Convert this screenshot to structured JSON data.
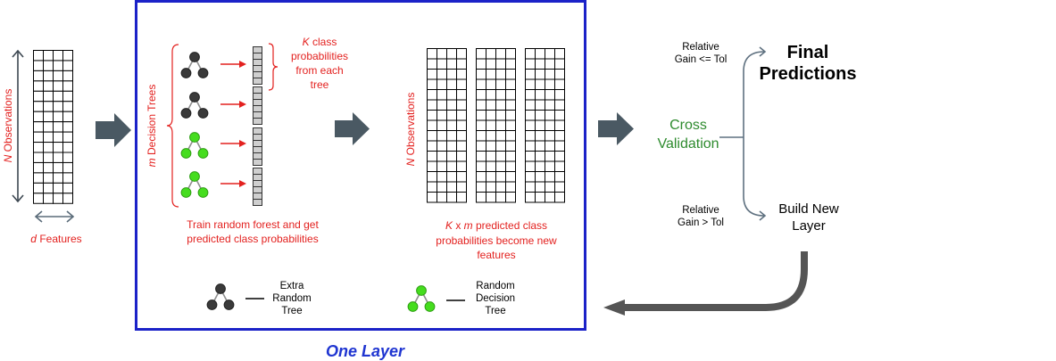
{
  "input": {
    "rows_label": {
      "variable": "N",
      "text": "Observations"
    },
    "cols_label": {
      "variable": "d",
      "text": "Features"
    }
  },
  "layer": {
    "title": "One Layer",
    "trees_label": {
      "variable": "m",
      "text": "Decision Trees"
    },
    "trees": [
      "extra-random-tree-icon",
      "extra-random-tree-icon",
      "random-decision-tree-icon",
      "random-decision-tree-icon"
    ],
    "tree_output_caption": {
      "variable": "K",
      "lines": [
        "class",
        "probabilities",
        "from each",
        "tree"
      ]
    },
    "train_caption": [
      "Train random forest and get",
      "predicted class probabilities"
    ],
    "output_rows_label": {
      "variable": "N",
      "text": "Observations"
    },
    "new_features_caption": {
      "variable_k": "K",
      "operator": "x",
      "variable_m": "m",
      "lines": [
        "predicted class",
        "probabilities become new",
        "features"
      ]
    },
    "legend": [
      {
        "icon": "extra-random-tree-icon",
        "lines": [
          "Extra",
          "Random",
          "Tree"
        ]
      },
      {
        "icon": "random-decision-tree-icon",
        "lines": [
          "Random",
          "Decision",
          "Tree"
        ]
      }
    ]
  },
  "cross_validation": {
    "lines": [
      "Cross",
      "Validation"
    ]
  },
  "branches": {
    "stop": {
      "condition": [
        "Relative",
        "Gain <= Tol"
      ],
      "outcome": [
        "Final",
        "Predictions"
      ]
    },
    "continue": {
      "condition": [
        "Relative",
        "Gain > Tol"
      ],
      "outcome": [
        "Build New",
        "Layer"
      ]
    }
  },
  "colors": {
    "annotation_red": "#e3211f",
    "layer_box_blue": "#1b22c8",
    "layer_title_blue": "#1f35d1",
    "cross_validation_green": "#2e8b2e",
    "extra_tree_node": "#3a3a3a",
    "random_tree_node": "#45dd1e",
    "flow_arrow": "#4a5963",
    "branch_line": "#5f7180",
    "return_arrow": "#555555"
  }
}
